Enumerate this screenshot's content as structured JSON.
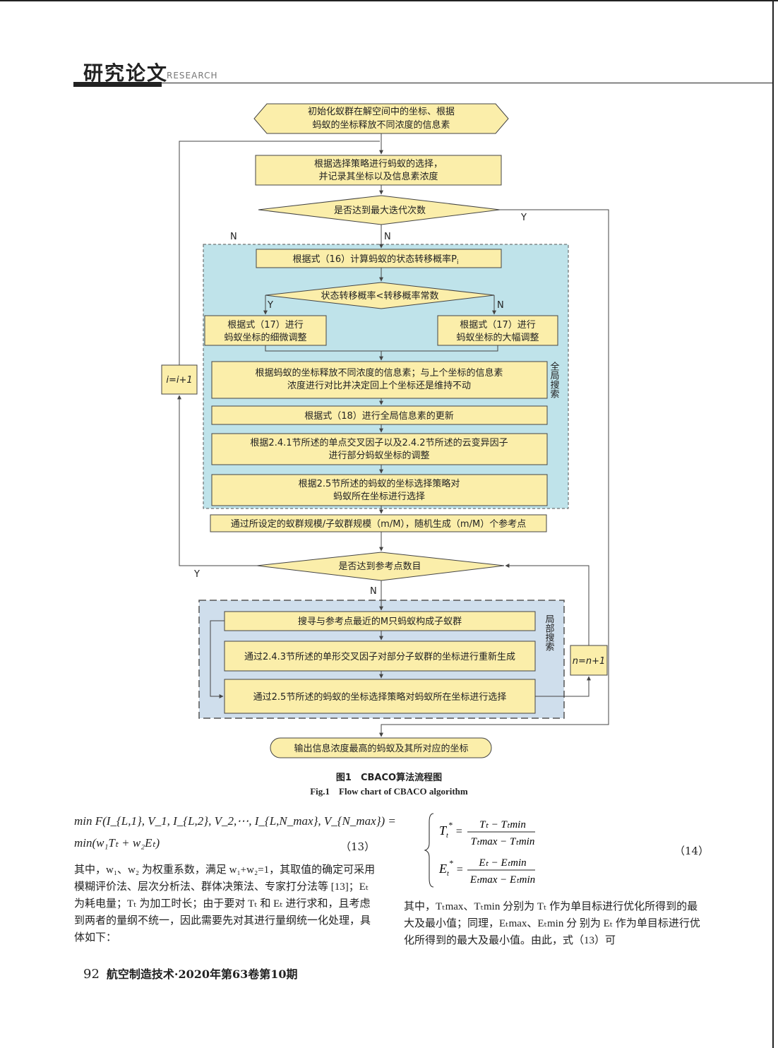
{
  "header": {
    "title": "研究论文",
    "subtitle": "RESEARCH"
  },
  "flow": {
    "start": [
      "初始化蚁群在解空间中的坐标、根据",
      "蚂蚁的坐标释放不同浓度的信息素"
    ],
    "select": [
      "根据选择策略进行蚂蚁的选择，",
      "并记录其坐标以及信息素浓度"
    ],
    "max_iter": "是否达到最大迭代次数",
    "p_transfer": "根据式（16）计算蚂蚁的状态转移概率P",
    "p_sub": "i",
    "transfer_cond": "状态转移概率<转移概率常数",
    "fine_adjust": [
      "根据式（17）进行",
      "蚂蚁坐标的细微调整"
    ],
    "large_adjust": [
      "根据式（17）进行",
      "蚂蚁坐标的大幅调整"
    ],
    "release": [
      "根据蚂蚁的坐标释放不同浓度的信息素；与上个坐标的信息素",
      "浓度进行对比并决定回上个坐标还是维持不动"
    ],
    "global_update": "根据式（18）进行全局信息素的更新",
    "crossover": [
      "根据2.4.1节所述的单点交叉因子以及2.4.2节所述的云变异因子",
      "进行部分蚂蚁坐标的调整"
    ],
    "choose": [
      "根据2.5节所述的蚂蚁的坐标选择策略对",
      "蚂蚁所在坐标进行选择"
    ],
    "ref_points": "通过所设定的蚁群规模/子蚁群规模（m/M），随机生成（m/M）个参考点",
    "ref_cond": "是否达到参考点数目",
    "sub_colony": "搜寻与参考点最近的M只蚂蚁构成子蚁群",
    "regen": "通过2.4.3节所述的单形交叉因子对部分子蚁群的坐标进行重新生成",
    "local_choose": "通过2.5节所述的蚂蚁的坐标选择策略对蚂蚁所在坐标进行选择",
    "output": "输出信息浓度最高的蚂蚁及其所对应的坐标",
    "global_label": "全局搜索",
    "local_label": "局部搜索",
    "i_update": "i=i+1",
    "n_update": "n=n+1",
    "yes": "Y",
    "no": "N"
  },
  "caption": {
    "cn": "图1　CBACO算法流程图",
    "en": "Fig.1　Flow chart of CBACO algorithm"
  },
  "equations": {
    "eq13_line1": "min F(I_{L,1}, V_1, I_{L,2}, V_2,⋯, I_{L,N_max}, V_{N_max}) =",
    "eq13_line2": "min(w₁Tₜ + w₂Eₜ)",
    "eq13_num": "（13）",
    "eq14_T_num": "Tₜ − Tₜmin",
    "eq14_T_den": "Tₜmax − Tₜmin",
    "eq14_E_num": "Eₜ − Eₜmin",
    "eq14_E_den": "Eₜmax − Eₜmin",
    "eq14_num": "（14）"
  },
  "text": {
    "left_para": "其中，w₁、w₂ 为权重系数，满足 w₁+w₂=1，其取值的确定可采用模糊评价法、层次分析法、群体决策法、专家打分法等 [13]；Eₜ 为耗电量；Tₜ 为加工时长；由于要对 Tₜ 和 Eₜ 进行求和，且考虑到两者的量纲不统一，因此需要先对其进行量纲统一化处理，具体如下：",
    "right_para": "其中，Tₜmax、Tₜmin 分别为 Tₜ 作为单目标进行优化所得到的最大及最小值；同理，Eₜmax、Eₜmin 分 别为 Eₜ 作为单目标进行优化所得到的最大及最小值。由此，式（13）可"
  },
  "footer": {
    "page": "92",
    "journal": "航空制造技术·2020年第63卷第10期"
  }
}
